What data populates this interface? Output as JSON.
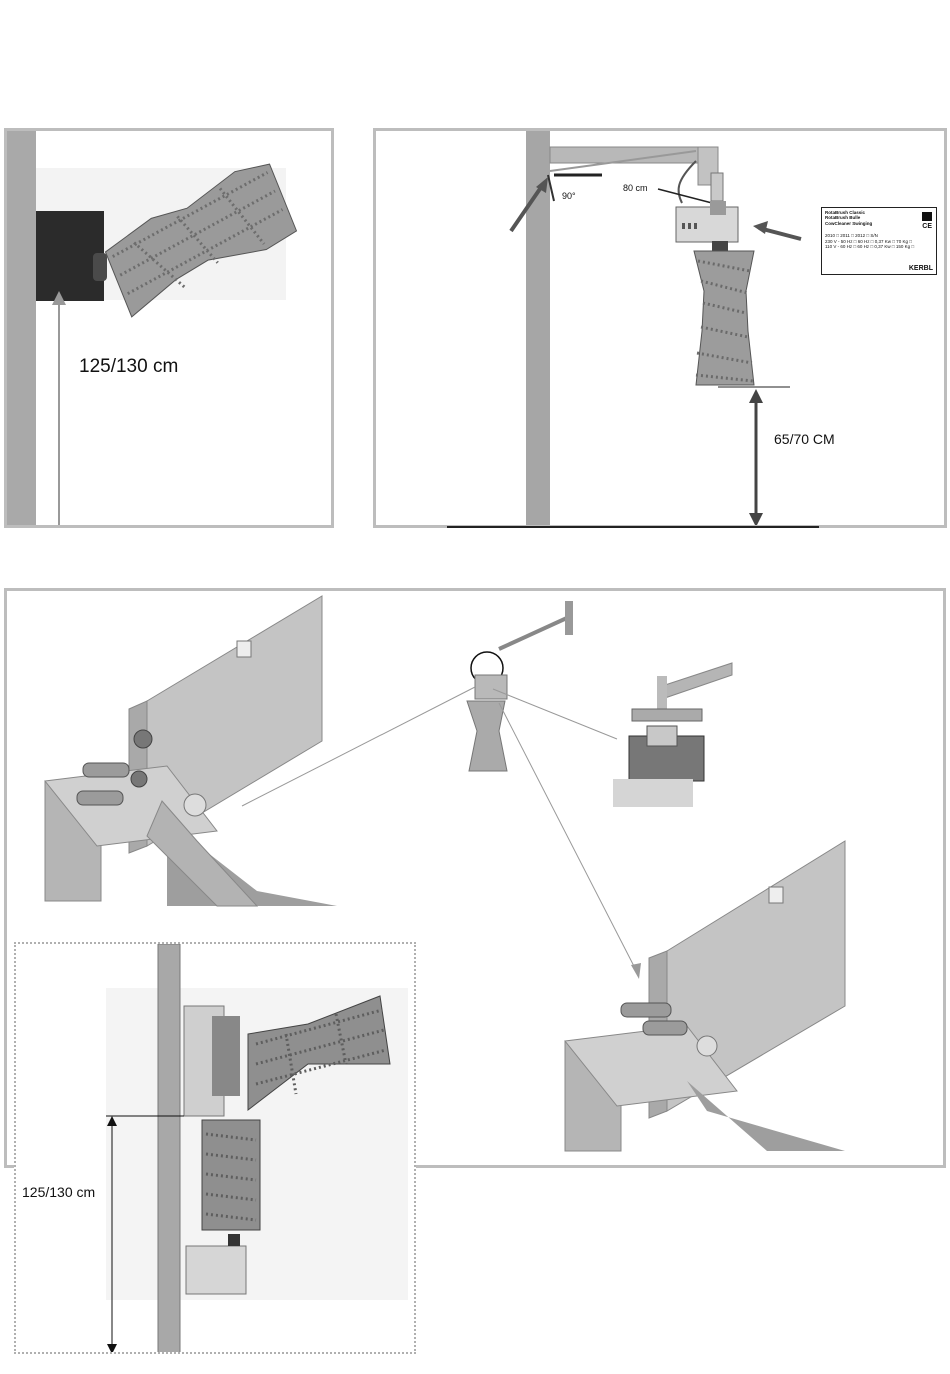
{
  "figure_a": {
    "height_label": "125/130 cm"
  },
  "figure_b": {
    "angle_label": "90°",
    "arm_label": "80 cm",
    "height_label": "65/70 CM",
    "type_plate": {
      "products": [
        "RotaBrush Classic",
        "RotaBrush Bulle",
        "CowCleaner Swinging"
      ],
      "grid_row": "2010 □   2011 □   2012 □   S/N",
      "row_230": "230 V - 50 Hz □   60 Hz □   0,37 Kw □   70 Kg □",
      "row_110": "110 V - 60 Hz □   60 Hz □   0,37 Kw □   150 Kg □",
      "brand": "KERBL"
    }
  },
  "figure_d": {
    "height_label": "125/130 cm"
  },
  "colors": {
    "frame": "#bdbdbd",
    "steel": "#a8a8a8",
    "dark": "#2a2a2a",
    "dot": "#b0b0b0"
  }
}
